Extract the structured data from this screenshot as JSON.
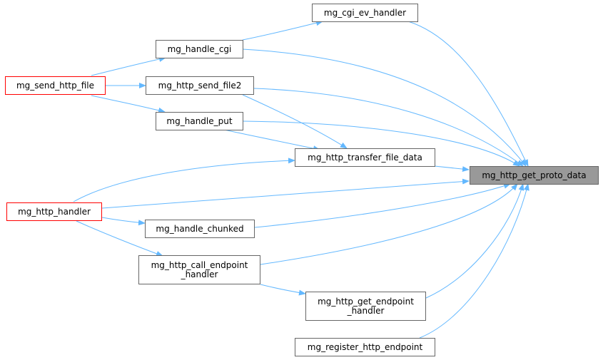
{
  "colors": {
    "edge": "#63b8ff",
    "node_border": "#666666",
    "node_border_red": "#ff0000",
    "target_fill": "#999999"
  },
  "nodes": {
    "target": "mg_http_get_proto_data",
    "cgi_ev_handler": "mg_cgi_ev_handler",
    "handle_cgi": "mg_handle_cgi",
    "send_http_file": "mg_send_http_file",
    "http_send_file2": "mg_http_send_file2",
    "handle_put": "mg_handle_put",
    "http_transfer_file_data": "mg_http_transfer_file_data",
    "http_handler": "mg_http_handler",
    "handle_chunked": "mg_handle_chunked",
    "http_call_endpoint_handler": "mg_http_call_endpoint\n_handler",
    "http_get_endpoint_handler": "mg_http_get_endpoint\n_handler",
    "register_http_endpoint": "mg_register_http_endpoint"
  }
}
